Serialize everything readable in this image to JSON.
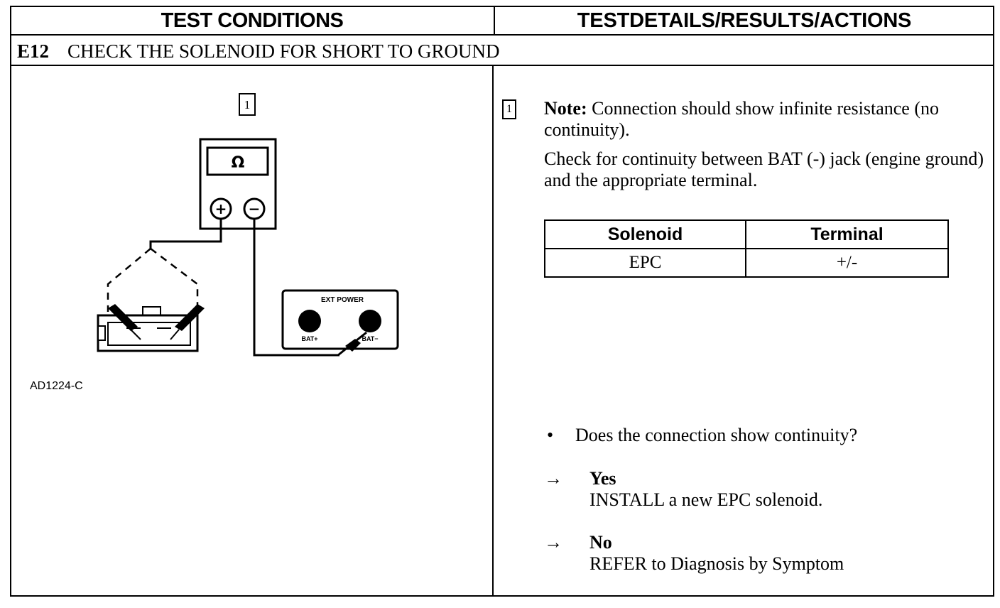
{
  "header": {
    "left_title": "TEST CONDITIONS",
    "right_title": "TESTDETAILS/RESULTS/ACTIONS"
  },
  "step": {
    "code": "E12",
    "title": "CHECK THE SOLENOID FOR SHORT TO GROUND"
  },
  "diagram": {
    "step_marker": "1",
    "meter_symbol": "Ω",
    "plus_symbol": "+",
    "minus_symbol": "−",
    "ext_power_label": "EXT POWER",
    "bat_plus_label": "BAT+",
    "bat_minus_label": "BAT−",
    "figure_id": "AD1224-C"
  },
  "details": {
    "step_marker": "1",
    "note_label": "Note:",
    "note_text": " Connection should show infinite resistance (no continuity).",
    "instruction": "Check for continuity between BAT (-) jack (engine ground) and the appropriate terminal.",
    "table": {
      "headers": [
        "Solenoid",
        "Terminal"
      ],
      "rows": [
        [
          "EPC",
          "+/-"
        ]
      ]
    },
    "bullet": "•",
    "question": "Does the connection show continuity?",
    "answers": [
      {
        "arrow": "→",
        "label": "Yes",
        "action": "INSTALL a new EPC solenoid."
      },
      {
        "arrow": "→",
        "label": "No",
        "action": "REFER to Diagnosis by Symptom"
      }
    ]
  }
}
